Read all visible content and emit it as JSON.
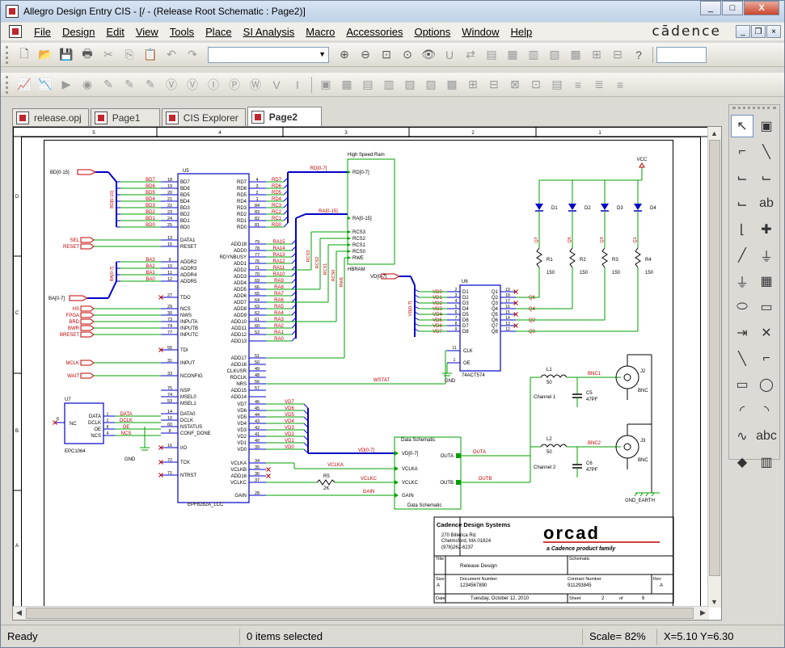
{
  "window": {
    "title": "Allegro Design Entry CIS - [/ - (Release Root Schematic : Page2)]",
    "min": "_",
    "max": "□",
    "close": "X"
  },
  "menu": {
    "items": [
      "File",
      "Design",
      "Edit",
      "View",
      "Tools",
      "Place",
      "SI Analysis",
      "Macro",
      "Accessories",
      "Options",
      "Window",
      "Help"
    ],
    "logo": "cādence"
  },
  "toolbar1": {
    "combo_value": ""
  },
  "tabs": [
    "release.opj",
    "Page1",
    "CIS Explorer",
    "Page2"
  ],
  "border": {
    "cols": [
      "5",
      "4",
      "3",
      "2",
      "1"
    ],
    "rows": [
      "D",
      "C",
      "B",
      "A"
    ]
  },
  "schematic": {
    "u5": {
      "ref": "U5",
      "part": "EPF8282A_LCC",
      "left_pins": [
        {
          "n": "18",
          "p": "BD7"
        },
        {
          "n": "19",
          "p": "BD6"
        },
        {
          "n": "20",
          "p": "BD5"
        },
        {
          "n": "21",
          "p": "BD4"
        },
        {
          "n": "22",
          "p": "BD3"
        },
        {
          "n": "23",
          "p": "BD2"
        },
        {
          "n": "24",
          "p": "BD1"
        },
        {
          "n": "25",
          "p": "BD0"
        },
        {
          "n": "13",
          "p": "DATA1"
        },
        {
          "n": "15",
          "p": "RESET"
        },
        {
          "n": "9",
          "p": "ADDR2"
        },
        {
          "n": "10",
          "p": "ADDR3"
        },
        {
          "n": "11",
          "p": "ADDR4"
        },
        {
          "n": "12",
          "p": "ADDR5"
        },
        {
          "n": "27",
          "p": "TDO"
        },
        {
          "n": "29",
          "p": "NCS"
        },
        {
          "n": "30",
          "p": "NWS"
        },
        {
          "n": "73",
          "p": "INPUTA"
        },
        {
          "n": "74",
          "p": "INPUTB"
        },
        {
          "n": "77",
          "p": "INPUTC"
        },
        {
          "n": "55",
          "p": "TDI"
        },
        {
          "n": "31",
          "p": "INPUT"
        },
        {
          "n": "33",
          "p": "NCONFIG"
        },
        {
          "n": "75",
          "p": "NSP"
        },
        {
          "n": "74",
          "p": "MSEL0"
        },
        {
          "n": "53",
          "p": "MSEL1"
        },
        {
          "n": "14",
          "p": "DATA0"
        },
        {
          "n": "10",
          "p": "DCLK"
        },
        {
          "n": "60",
          "p": "NSTATUS"
        },
        {
          "n": "8",
          "p": "CONF_DONE"
        },
        {
          "n": "16",
          "p": "I/O"
        },
        {
          "n": "72",
          "p": "TCK"
        },
        {
          "n": "71",
          "p": "NTRST"
        }
      ],
      "right_pins": [
        {
          "n": "4",
          "p": "RD7"
        },
        {
          "n": "3",
          "p": "RD6"
        },
        {
          "n": "2",
          "p": "RD5"
        },
        {
          "n": "1",
          "p": "RD4"
        },
        {
          "n": "84",
          "p": "RD3"
        },
        {
          "n": "83",
          "p": "RD2"
        },
        {
          "n": "82",
          "p": "RD1"
        },
        {
          "n": "81",
          "p": "RD0"
        },
        {
          "n": "79",
          "p": "ADD18"
        },
        {
          "n": "78",
          "p": "ADD0"
        },
        {
          "n": "77",
          "p": "RDYNBUSY"
        },
        {
          "n": "76",
          "p": "ADD1"
        },
        {
          "n": "71",
          "p": "ADD2"
        },
        {
          "n": "70",
          "p": "ADD3"
        },
        {
          "n": "69",
          "p": "ADD4"
        },
        {
          "n": "66",
          "p": "ADD5"
        },
        {
          "n": "65",
          "p": "ADD6"
        },
        {
          "n": "64",
          "p": "ADD7"
        },
        {
          "n": "63",
          "p": "ADD8"
        },
        {
          "n": "62",
          "p": "ADD9"
        },
        {
          "n": "61",
          "p": "ADD10"
        },
        {
          "n": "60",
          "p": "ADD11"
        },
        {
          "n": "52",
          "p": "ADD12"
        },
        {
          "n": "",
          "p": "ADD13"
        },
        {
          "n": "51",
          "p": "ADD17"
        },
        {
          "n": "50",
          "p": "ADD16"
        },
        {
          "n": "49",
          "p": "CLKUSR"
        },
        {
          "n": "48",
          "p": "RDCLK"
        },
        {
          "n": "56",
          "p": "NRS"
        },
        {
          "n": "57",
          "p": "ADD15"
        },
        {
          "n": "",
          "p": "ADD14"
        },
        {
          "n": "46",
          "p": "VD7"
        },
        {
          "n": "45",
          "p": "VD6"
        },
        {
          "n": "44",
          "p": "VD5"
        },
        {
          "n": "43",
          "p": "VD4"
        },
        {
          "n": "42",
          "p": "VD3"
        },
        {
          "n": "41",
          "p": "VD2"
        },
        {
          "n": "40",
          "p": "VD1"
        },
        {
          "n": "39",
          "p": "VD0"
        },
        {
          "n": "34",
          "p": "VCLKA"
        },
        {
          "n": "35",
          "p": "VCLKB"
        },
        {
          "n": "36",
          "p": "ADD16"
        },
        {
          "n": "37",
          "p": "VCLKC"
        },
        {
          "n": "28",
          "p": "GAIN"
        }
      ]
    },
    "bd_nets": [
      "BD7",
      "BD6",
      "BD5",
      "BD4",
      "BD3",
      "BD2",
      "BD1",
      "BD0"
    ],
    "rd_nets": [
      "RD7",
      "RD6",
      "RD5",
      "RD4",
      "RC3",
      "RC2",
      "RC1",
      "RD0"
    ],
    "ra_nets": [
      "RA15",
      "RA14",
      "RA13",
      "RA12",
      "RA11",
      "RA10",
      "RA9",
      "RA8",
      "RA7",
      "RA6",
      "RA5",
      "RA4",
      "RA3",
      "RA2",
      "RA1",
      "RA0"
    ],
    "left_signals": [
      "SEL",
      "RESET",
      "HS",
      "FPGA",
      "BRD",
      "BWR",
      "BRESET",
      "MCLK",
      "WAIT"
    ],
    "ba_nets": [
      "BA3",
      "BA2",
      "BA1",
      "BA0"
    ],
    "bus_labels": {
      "bd": "BD[0-15]",
      "ba": "BA[0-7]",
      "rd": "RD[0-7]",
      "ra": "RA[0-15]",
      "vd": "VD[0-7]",
      "vd_u6": "VD[0-7]",
      "bd_vert": "BD[0-15]",
      "ba_vert": "BA[0-7]",
      "vd_vert": "VD[0-7]"
    },
    "hbram": {
      "title": "High Speed Ram",
      "ref": "HBRAM",
      "pins": [
        "RD[0-7]",
        "RA[0-15]",
        "RCS3",
        "RCS2",
        "RCS1",
        "RCS0",
        "RWE"
      ]
    },
    "rcs_vert": [
      "RCS3",
      "RCS2",
      "RCS1",
      "RCS0",
      "RWE"
    ],
    "u6": {
      "ref": "U6",
      "part": "74ACT574",
      "d": [
        "D1",
        "D2",
        "D3",
        "D4",
        "D5",
        "D6",
        "D7",
        "D8"
      ],
      "q": [
        "Q1",
        "Q2",
        "Q3",
        "Q4",
        "Q5",
        "Q6",
        "Q7",
        "Q8"
      ],
      "dpins": [
        "2",
        "3",
        "4",
        "5",
        "6",
        "7",
        "8",
        "9"
      ],
      "qpins": [
        "19",
        "18",
        "17",
        "16",
        "15",
        "14",
        "13",
        "12"
      ],
      "clk": "CLK",
      "oe": "OE",
      "clkpin": "11",
      "oepin": "1",
      "vd_nets": [
        "VD0",
        "VD1",
        "VD2",
        "VD3",
        "VD4",
        "VD5",
        "VD6",
        "VD7"
      ]
    },
    "q_nets": [
      "Q6",
      "Q4",
      "Q2",
      "Q0"
    ],
    "leds": [
      "D1",
      "D2",
      "D3",
      "D4"
    ],
    "led_nets": [
      "Q7",
      "Q5",
      "Q3",
      "Q1"
    ],
    "resistors": [
      {
        "ref": "R1",
        "val": "150"
      },
      {
        "ref": "R2",
        "val": "150"
      },
      {
        "ref": "R3",
        "val": "150"
      },
      {
        "ref": "R4",
        "val": "150"
      }
    ],
    "vcc": "VCC",
    "u7": {
      "ref": "U7",
      "part": "EPC1064",
      "pins": [
        "DATA",
        "DCLK",
        "OE",
        "NCS"
      ],
      "nc": "NC",
      "ncpin": "6",
      "nets": [
        "DATA",
        "DCLK",
        "OE",
        "NCS"
      ],
      "pnums": [
        "1",
        "2",
        "8",
        "4"
      ]
    },
    "gnd": "GND",
    "vd_nets": [
      "VD7",
      "VD6",
      "VD5",
      "VD4",
      "VD3",
      "VD2",
      "VD1",
      "VD0"
    ],
    "wstat": "WSTAT",
    "vclka": "VCLKA",
    "vclkc": "VCLKC",
    "gain": "GAIN",
    "r5": {
      "ref": "R5",
      "val": "2K"
    },
    "ds": {
      "title": "Data Schematic",
      "footer": "Data Schematic",
      "in": [
        "VD[0-7]",
        "VCLKA",
        "VCLKC",
        "GAIN"
      ],
      "out": [
        "OUTA",
        "OUTB"
      ]
    },
    "outa": "OUTA",
    "outb": "OUTB",
    "ch1": {
      "l": "L1",
      "lv": "50",
      "c": "C5",
      "cv": "47PF",
      "label": "Channel 1",
      "bnc": "BNC1",
      "j": "J2",
      "jl": "BNC"
    },
    "ch2": {
      "l": "L2",
      "lv": "50",
      "c": "C6",
      "cv": "47PF",
      "label": "Channel 2",
      "bnc": "BNC2",
      "j": "J3",
      "jl": "BNC"
    },
    "gnd_earth": "GND_EARTH",
    "titleblock": {
      "company": "Cadence Design Systems",
      "addr1": "270 Billerica Rd.",
      "addr2": "Chelmsford, MA 01824",
      "phone": "(978)262-6237",
      "logo": "orcad",
      "tagline": "a Cadence product family",
      "title_lbl": "Title",
      "title": "Release Design",
      "schem_lbl": "Schematic",
      "size_lbl": "Size",
      "size": "A",
      "docnum_lbl": "Document Number",
      "docnum": "1234567890",
      "contract_lbl": "Contract Number",
      "contract": "911293845",
      "rev_lbl": "Rev",
      "rev": "A",
      "date_lbl": "Date:",
      "date": "Tuesday, October 12, 2010",
      "sheet_lbl": "Sheet",
      "sheet": "2",
      "of_lbl": "of",
      "of": "6"
    }
  },
  "status": {
    "ready": "Ready",
    "selected": "0 items selected",
    "scale": "Scale= 82%",
    "coords": "X=5.10  Y=6.30"
  }
}
